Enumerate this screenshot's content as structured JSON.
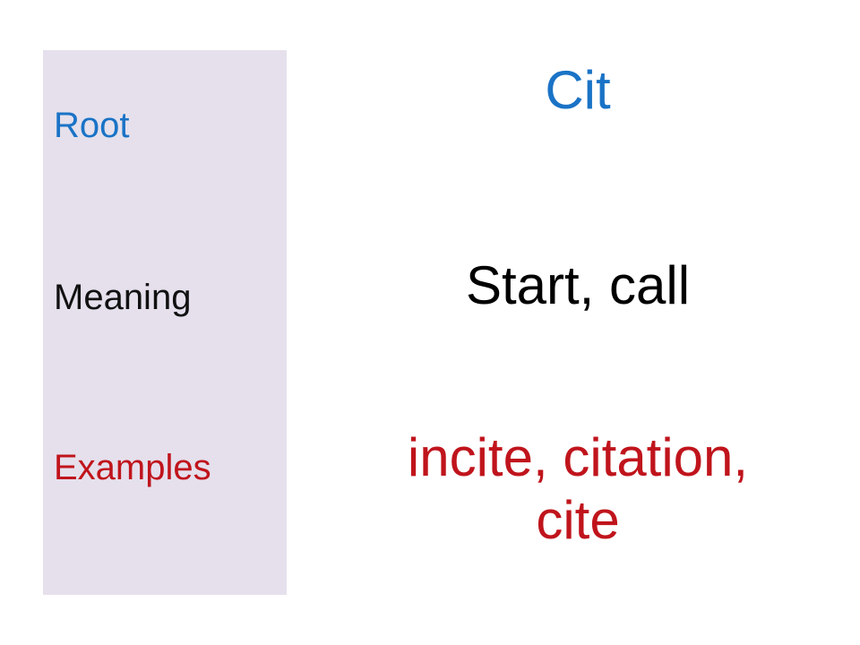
{
  "labels": {
    "root": "Root",
    "meaning": "Meaning",
    "examples": "Examples"
  },
  "values": {
    "root": "Cit",
    "meaning": "Start, call",
    "examples_line1": "incite, citation,",
    "examples_line2": "cite"
  },
  "colors": {
    "root": "#1a73c6",
    "meaning": "#111111",
    "examples": "#c0141c",
    "sidebar": "#e5e0ec"
  }
}
